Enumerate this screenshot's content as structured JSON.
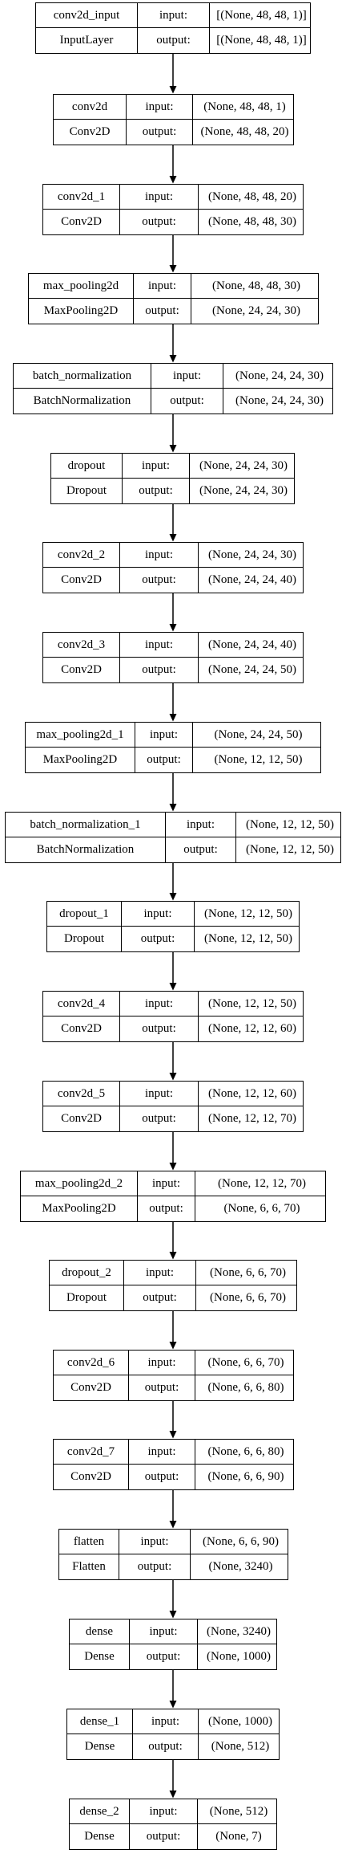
{
  "layers": [
    {
      "name": "conv2d_input",
      "type": "InputLayer",
      "input": "[(None, 48, 48, 1)]",
      "output": "[(None, 48, 48, 1)]"
    },
    {
      "name": "conv2d",
      "type": "Conv2D",
      "input": "(None, 48, 48, 1)",
      "output": "(None, 48, 48, 20)"
    },
    {
      "name": "conv2d_1",
      "type": "Conv2D",
      "input": "(None, 48, 48, 20)",
      "output": "(None, 48, 48, 30)"
    },
    {
      "name": "max_pooling2d",
      "type": "MaxPooling2D",
      "input": "(None, 48, 48, 30)",
      "output": "(None, 24, 24, 30)"
    },
    {
      "name": "batch_normalization",
      "type": "BatchNormalization",
      "input": "(None, 24, 24, 30)",
      "output": "(None, 24, 24, 30)"
    },
    {
      "name": "dropout",
      "type": "Dropout",
      "input": "(None, 24, 24, 30)",
      "output": "(None, 24, 24, 30)"
    },
    {
      "name": "conv2d_2",
      "type": "Conv2D",
      "input": "(None, 24, 24, 30)",
      "output": "(None, 24, 24, 40)"
    },
    {
      "name": "conv2d_3",
      "type": "Conv2D",
      "input": "(None, 24, 24, 40)",
      "output": "(None, 24, 24, 50)"
    },
    {
      "name": "max_pooling2d_1",
      "type": "MaxPooling2D",
      "input": "(None, 24, 24, 50)",
      "output": "(None, 12, 12, 50)"
    },
    {
      "name": "batch_normalization_1",
      "type": "BatchNormalization",
      "input": "(None, 12, 12, 50)",
      "output": "(None, 12, 12, 50)"
    },
    {
      "name": "dropout_1",
      "type": "Dropout",
      "input": "(None, 12, 12, 50)",
      "output": "(None, 12, 12, 50)"
    },
    {
      "name": "conv2d_4",
      "type": "Conv2D",
      "input": "(None, 12, 12, 50)",
      "output": "(None, 12, 12, 60)"
    },
    {
      "name": "conv2d_5",
      "type": "Conv2D",
      "input": "(None, 12, 12, 60)",
      "output": "(None, 12, 12, 70)"
    },
    {
      "name": "max_pooling2d_2",
      "type": "MaxPooling2D",
      "input": "(None, 12, 12, 70)",
      "output": "(None, 6, 6, 70)"
    },
    {
      "name": "dropout_2",
      "type": "Dropout",
      "input": "(None, 6, 6, 70)",
      "output": "(None, 6, 6, 70)"
    },
    {
      "name": "conv2d_6",
      "type": "Conv2D",
      "input": "(None, 6, 6, 70)",
      "output": "(None, 6, 6, 80)"
    },
    {
      "name": "conv2d_7",
      "type": "Conv2D",
      "input": "(None, 6, 6, 80)",
      "output": "(None, 6, 6, 90)"
    },
    {
      "name": "flatten",
      "type": "Flatten",
      "input": "(None, 6, 6, 90)",
      "output": "(None, 3240)"
    },
    {
      "name": "dense",
      "type": "Dense",
      "input": "(None, 3240)",
      "output": "(None, 1000)"
    },
    {
      "name": "dense_1",
      "type": "Dense",
      "input": "(None, 1000)",
      "output": "(None, 512)"
    },
    {
      "name": "dense_2",
      "type": "Dense",
      "input": "(None, 512)",
      "output": "(None, 7)"
    }
  ],
  "port_labels": {
    "input": "input:",
    "output": "output:"
  }
}
